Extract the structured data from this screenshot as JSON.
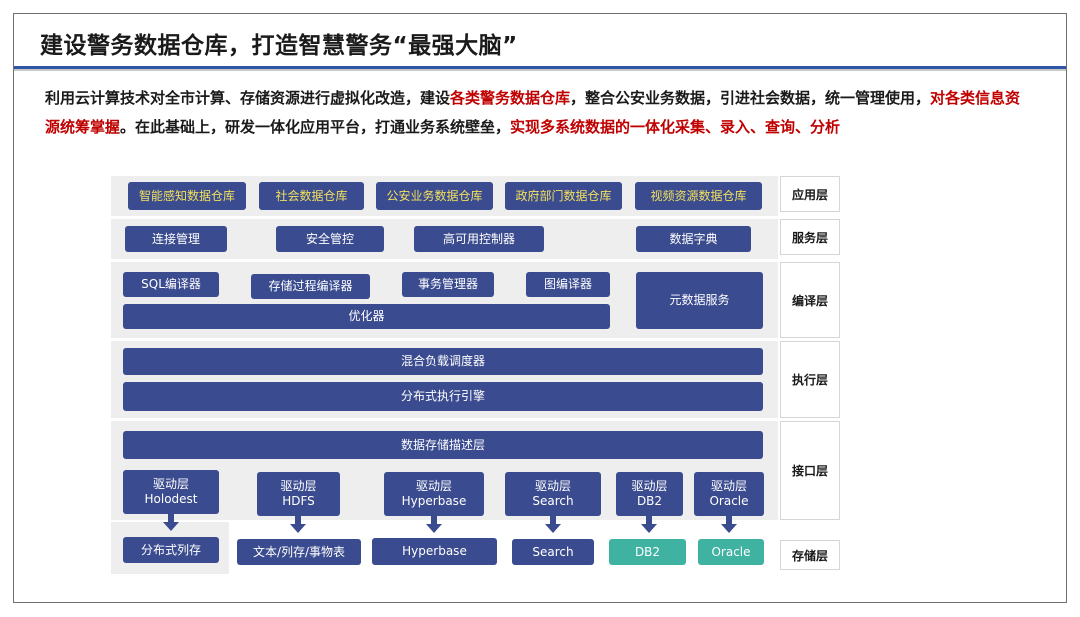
{
  "title": "建设警务数据仓库，打造智慧警务“最强大脑”",
  "intro": [
    {
      "text": "利用云计算技术对全市计算、存储资源进行虚拟化改造，建设",
      "red": false
    },
    {
      "text": "各类警务数据仓库",
      "red": true
    },
    {
      "text": "，整合公安业务数据，引进社会数据，统一管理使用，",
      "red": false
    },
    {
      "text": "对各类信息资源统筹掌握",
      "red": true
    },
    {
      "text": "。在此基础上，研发一体化应用平台，打通业务系统壁垒，",
      "red": false
    },
    {
      "text": "实现多系统数据的一体化采集、录入、查询、分析",
      "red": true
    }
  ],
  "layers": {
    "app": "应用层",
    "service": "服务层",
    "compile": "编译层",
    "exec": "执行层",
    "interface": "接口层",
    "storage": "存储层"
  },
  "app_boxes": [
    "智能感知数据仓库",
    "社会数据仓库",
    "公安业务数据仓库",
    "政府部门数据仓库",
    "视频资源数据仓库"
  ],
  "service_boxes": [
    "连接管理",
    "安全管控",
    "高可用控制器",
    "数据字典"
  ],
  "compile_boxes": {
    "sql": "SQL编译器",
    "proc": "存储过程编译器",
    "tx": "事务管理器",
    "graph": "图编译器",
    "optimizer": "优化器",
    "metadata": "元数据服务"
  },
  "exec_boxes": [
    "混合负载调度器",
    "分布式执行引擎"
  ],
  "interface_top": "数据存储描述层",
  "drivers": [
    {
      "l1": "驱动层",
      "l2": "Holodest"
    },
    {
      "l1": "驱动层",
      "l2": "HDFS"
    },
    {
      "l1": "驱动层",
      "l2": "Hyperbase"
    },
    {
      "l1": "驱动层",
      "l2": "Search"
    },
    {
      "l1": "驱动层",
      "l2": "DB2"
    },
    {
      "l1": "驱动层",
      "l2": "Oracle"
    }
  ],
  "storage_boxes": [
    "分布式列存",
    "文本/列存/事物表",
    "Hyperbase",
    "Search",
    "DB2",
    "Oracle"
  ],
  "colors": {
    "box": "#3a4b8f",
    "teal": "#3fb2a2",
    "highlight": "#c00000",
    "app_text": "#f3e15c",
    "rule": "#2e55a6"
  }
}
